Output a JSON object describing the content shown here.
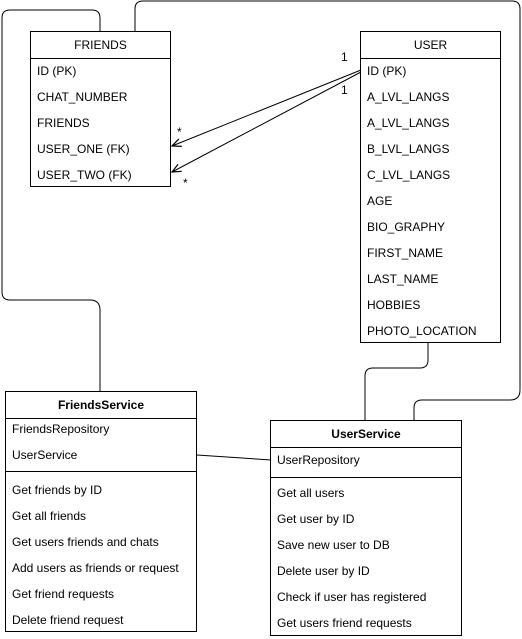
{
  "friends_table": {
    "title": "FRIENDS",
    "fields": [
      "ID (PK)",
      "CHAT_NUMBER",
      "FRIENDS",
      "USER_ONE (FK)",
      "USER_TWO (FK)"
    ]
  },
  "user_table": {
    "title": "USER",
    "fields": [
      "ID (PK)",
      "A_LVL_LANGS",
      "A_LVL_LANGS",
      "B_LVL_LANGS",
      "C_LVL_LANGS",
      "AGE",
      "BIO_GRAPHY",
      "FIRST_NAME",
      "LAST_NAME",
      "HOBBIES",
      "PHOTO_LOCATION"
    ]
  },
  "friends_service": {
    "title": "FriendsService",
    "attributes": [
      "FriendsRepository",
      "UserService"
    ],
    "methods": [
      "Get friends by ID",
      "Get all friends",
      "Get users friends and chats",
      "Add users as friends or request",
      "Get friend requests",
      "Delete friend request"
    ]
  },
  "user_service": {
    "title": "UserService",
    "attributes": [
      "UserRepository"
    ],
    "methods": [
      "Get all users",
      "Get user by ID",
      "Save new user to DB",
      "Delete user by ID",
      "Check if user has registered",
      "Get users friend requests"
    ]
  },
  "relations": {
    "one_label_1": "1",
    "one_label_2": "1",
    "many_label_1": "*",
    "many_label_2": "*"
  }
}
